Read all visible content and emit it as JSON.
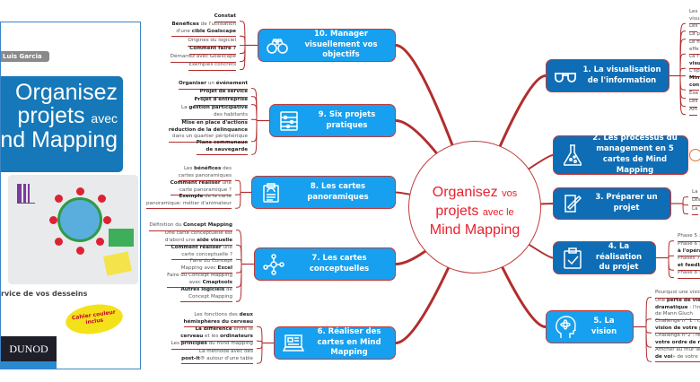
{
  "book": {
    "author": "Luis Garcia",
    "title_l1": "Organisez",
    "title_l2": "projets",
    "title_l2b": "avec",
    "title_l3": "nd Mapping",
    "subtitle": "rvice de vos desseins",
    "sticker": "Cahier couleur inclus",
    "publisher": "DUNOD"
  },
  "center": {
    "w1": "Organisez",
    "w2": "vos",
    "w3": "projets",
    "w4": "avec le",
    "w5": "Mind Mapping"
  },
  "colors": {
    "light_blue": "#17a0ef",
    "dark_blue": "#0e6db5",
    "branch": "#b22d2d",
    "center_text": "#e8212e"
  },
  "nodes": [
    {
      "label": "10. Manager visuellement vos objectifs",
      "icon": "binoculars-icon"
    },
    {
      "label": "9. Six projets pratiques",
      "icon": "abacus-icon"
    },
    {
      "label": "8. Les cartes panoramiques",
      "icon": "clipboard-icon"
    },
    {
      "label": "7. Les cartes conceptuelles",
      "icon": "network-icon"
    },
    {
      "label": "6. Réaliser des cartes en Mind Mapping",
      "icon": "laptop-icon"
    },
    {
      "label": "1. La visualisation de l'information",
      "icon": "glasses-icon"
    },
    {
      "label": "2. Les processus du management en 5 cartes de Mind Mapping",
      "icon": "flask-icon"
    },
    {
      "label": "3. Préparer un projet",
      "icon": "pencil-paper-icon"
    },
    {
      "label": "4. La réalisation du projet",
      "icon": "checklist-icon"
    },
    {
      "label": "5. La vision",
      "icon": "head-atom-icon"
    }
  ],
  "leaves": [
    [
      [
        [
          "Constat",
          1
        ]
      ],
      [
        [
          "Bénéfices",
          1
        ],
        [
          " de l'utilisation\nd'une ",
          0
        ],
        [
          "cible Goalscape",
          1
        ]
      ],
      [
        [
          "Origines du logiciel",
          0
        ]
      ],
      [
        [
          "Comment faire ?",
          1
        ]
      ],
      [
        [
          "Démarrez avec Goalscape",
          0
        ]
      ],
      [
        [
          "Exemples concrets",
          0
        ]
      ]
    ],
    [
      [
        [
          "Organiser",
          1
        ],
        [
          " un ",
          0
        ],
        [
          "événement",
          1
        ]
      ],
      [
        [
          "Projet de service",
          1
        ]
      ],
      [
        [
          "Projet d'entreprise",
          1
        ]
      ],
      [
        [
          "La ",
          0
        ],
        [
          "gestion participative",
          1
        ],
        [
          "\ndes habitants",
          0
        ]
      ],
      [
        [
          "Mise en place d'actions\nréduction de la délinquance",
          1
        ],
        [
          "\ndans un quartier périphérique",
          0
        ]
      ],
      [
        [
          "Plans communaux\nde sauvegarde",
          1
        ]
      ]
    ],
    [
      [
        [
          "Les ",
          0
        ],
        [
          "bénéfices",
          1
        ],
        [
          " des\ncartes panoramiques",
          0
        ]
      ],
      [
        [
          "Comment réaliser",
          1
        ],
        [
          " une\ncarte panoramique ?",
          0
        ]
      ],
      [
        [
          "Exemple",
          1
        ],
        [
          " de la carte\npanoramique: métier d'animateur",
          0
        ]
      ]
    ],
    [
      [
        [
          "Définition du ",
          0
        ],
        [
          "Concept Mapping",
          1
        ]
      ],
      [
        [
          "Une carte conceptuelle est\nd'abord une ",
          0
        ],
        [
          "aide visuelle",
          1
        ]
      ],
      [
        [
          "Comment réaliser",
          1
        ],
        [
          " une\ncarte conceptuelle ?",
          0
        ]
      ],
      [
        [
          "Faire du Concept\nMapping avec ",
          0
        ],
        [
          "Excel",
          1
        ]
      ],
      [
        [
          "Faire du Concept Mapping\navec ",
          0
        ],
        [
          "Cmaptools",
          1
        ]
      ],
      [
        [
          "Autres logiciels",
          1
        ],
        [
          " de\nConcept Mapping",
          0
        ]
      ]
    ],
    [
      [
        [
          "Les fonctions des ",
          0
        ],
        [
          "deux\nhémisphères du cerveau",
          1
        ]
      ],
      [
        [
          "La différence",
          1
        ],
        [
          " entre le\n",
          0
        ],
        [
          "cerveau",
          1
        ],
        [
          " et les ",
          0
        ],
        [
          "ordinateurs",
          1
        ]
      ],
      [
        [
          "Les ",
          0
        ],
        [
          "principes",
          1
        ],
        [
          " du mind mapping",
          0
        ]
      ],
      [
        [
          "La méthode avec des\n",
          0
        ],
        [
          "post-it",
          1
        ],
        [
          "® autour d'une table",
          0
        ]
      ]
    ],
    [
      [
        [
          "Les\nvisua",
          0
        ]
      ],
      [
        [
          "Les",
          0
        ]
      ],
      [
        [
          "La p",
          0
        ]
      ],
      [
        [
          "Le fi\neffe",
          0
        ]
      ],
      [
        [
          "La f\n",
          0
        ],
        [
          "visu",
          1
        ]
      ],
      [
        [
          "L'op",
          0
        ]
      ],
      [
        [
          "Min\ncon",
          1
        ]
      ],
      [
        [
          "Exe",
          0
        ]
      ],
      [
        [
          "Les",
          0
        ]
      ],
      [
        [
          "Am",
          0
        ]
      ]
    ],
    [],
    [
      [
        [
          "La",
          0
        ]
      ],
      [
        [
          "Les",
          0
        ]
      ],
      [
        [
          "La",
          0
        ]
      ]
    ],
    [
      [
        [
          "Phase 5 :",
          0
        ]
      ],
      [
        [
          "Phase 6 :\n",
          0
        ],
        [
          "à l'opéra",
          1
        ]
      ],
      [
        [
          "Phases 7\n",
          0
        ],
        [
          "et feedb",
          1
        ]
      ],
      [
        [
          "Phase 8 :",
          0
        ]
      ]
    ],
    [
      [
        [
          "Pourquoi une visio",
          0
        ]
      ],
      [
        [
          "Une ",
          0
        ],
        [
          "perte de visi\ndramatique",
          1
        ],
        [
          " : l'in\nde Mann Gluch",
          0
        ]
      ],
      [
        [
          "Challenge n° 1 : c\n",
          0
        ],
        [
          "vision de votre p",
          1
        ]
      ],
      [
        [
          "Challenge n°2 : ré\n",
          0
        ],
        [
          "votre ordre de m",
          1
        ]
      ],
      [
        [
          "Afficher au mur le\n",
          0
        ],
        [
          "de voi",
          1
        ],
        [
          "» de votre",
          0
        ]
      ]
    ]
  ]
}
